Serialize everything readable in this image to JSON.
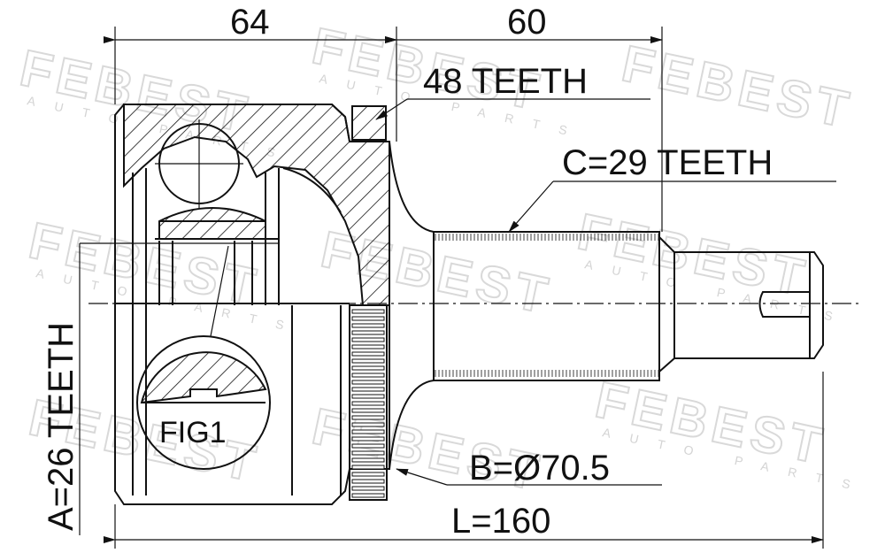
{
  "watermark": {
    "brand": "FEBEST",
    "tagline": "AUTO PARTS"
  },
  "dimensions": {
    "left_width": "64",
    "right_width": "60",
    "outer_teeth": "48 TEETH",
    "shaft_teeth": "C=29 TEETH",
    "inner_teeth": "A=26 TEETH",
    "diameter": "B=Ø70.5",
    "length": "L=160"
  },
  "detail": {
    "label": "FIG1"
  }
}
